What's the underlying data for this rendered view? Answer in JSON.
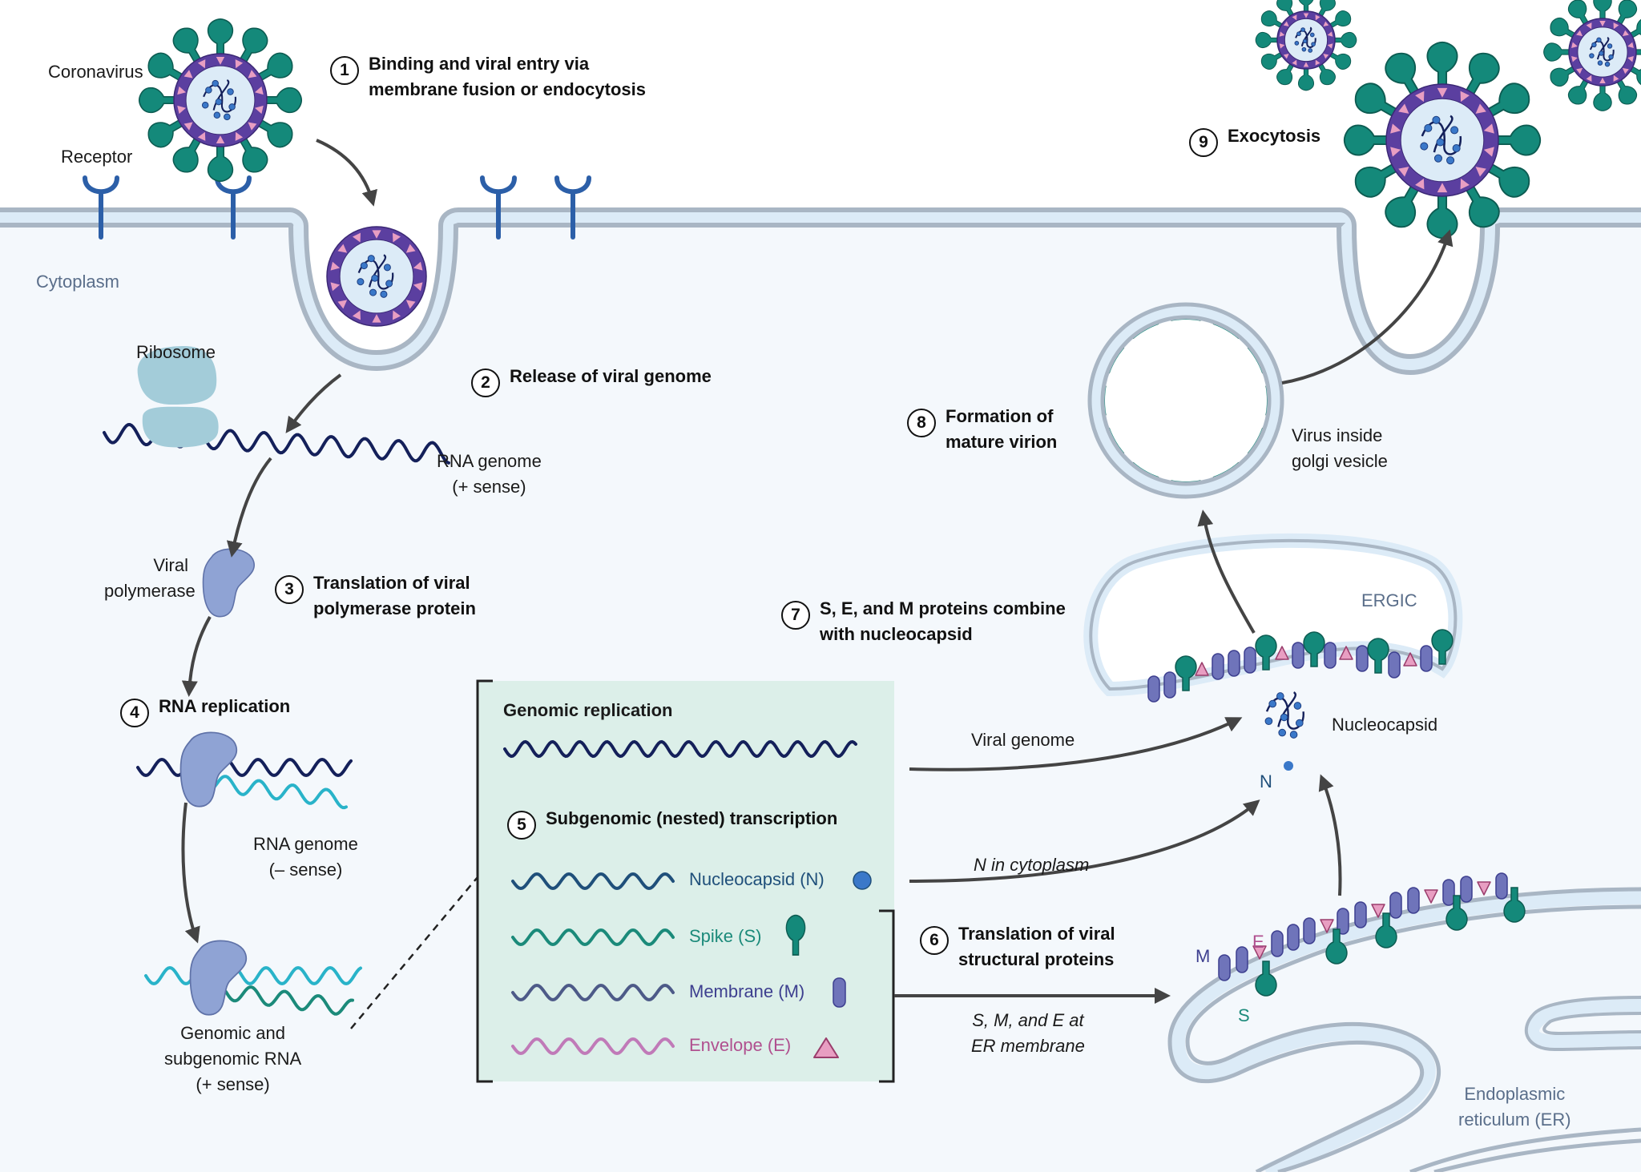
{
  "title": "Coronavirus replication cycle",
  "regions": {
    "cytoplasm": "Cytoplasm",
    "ergic": "ERGIC",
    "er": "Endoplasmic\nreticulum (ER)"
  },
  "labels": {
    "coronavirus": "Coronavirus",
    "receptor": "Receptor",
    "ribosome": "Ribosome",
    "rna_genome_plus": "RNA genome\n(+ sense)",
    "viral_polymerase": "Viral\npolymerase",
    "rna_genome_minus": "RNA genome\n(– sense)",
    "genomic_subgenomic": "Genomic and\nsubgenomic RNA\n(+ sense)",
    "virus_in_golgi": "Virus inside\ngolgi vesicle",
    "nucleocapsid": "Nucleocapsid",
    "n_short": "N",
    "viral_genome": "Viral genome",
    "n_in_cytoplasm": "N in cytoplasm",
    "sme_at_er": "S, M, and E at\nER membrane",
    "er_m": "M",
    "er_e": "E",
    "er_s": "S"
  },
  "steps": [
    {
      "num": "1",
      "text": "Binding and viral entry via\nmembrane fusion or endocytosis"
    },
    {
      "num": "2",
      "text": "Release of viral genome"
    },
    {
      "num": "3",
      "text": "Translation of viral\npolymerase protein"
    },
    {
      "num": "4",
      "text": "RNA replication"
    },
    {
      "num": "5",
      "text": "Subgenomic (nested) transcription"
    },
    {
      "num": "6",
      "text": "Translation of viral\nstructural proteins"
    },
    {
      "num": "7",
      "text": "S, E, and M proteins combine\nwith nucleocapsid"
    },
    {
      "num": "8",
      "text": "Formation of\nmature virion"
    },
    {
      "num": "9",
      "text": "Exocytosis"
    }
  ],
  "box": {
    "genomic_title": "Genomic replication",
    "transcripts": [
      {
        "name": "Nucleocapsid (N)",
        "color": "#1f4f7a",
        "icon": "nucleocapsid-circle"
      },
      {
        "name": "Spike (S)",
        "color": "#1b8a7a",
        "icon": "spike-protein"
      },
      {
        "name": "Membrane (M)",
        "color": "#3d3f8f",
        "icon": "membrane-protein"
      },
      {
        "name": "Envelope (E)",
        "color": "#b0508f",
        "icon": "envelope-triangle"
      }
    ]
  },
  "colors": {
    "cytoplasm_bg": "#f4f8fc",
    "membrane_line": "#a9b6c4",
    "membrane_fill": "#dcebf7",
    "spike": "#14897a",
    "virus_envelope": "#5b3fa0",
    "envelope_protein": "#e89ec2",
    "nucleocapsid": "#3a78c9",
    "rna_dark": "#14205a",
    "rna_cyan": "#29b3c9",
    "rna_teal": "#1b8a7a",
    "polymerase": "#8fa3d4",
    "ribosome": "#a3ccd9",
    "m_protein": "#6f74ba",
    "box_fill": "#dcefe9",
    "arrow": "#444444"
  }
}
